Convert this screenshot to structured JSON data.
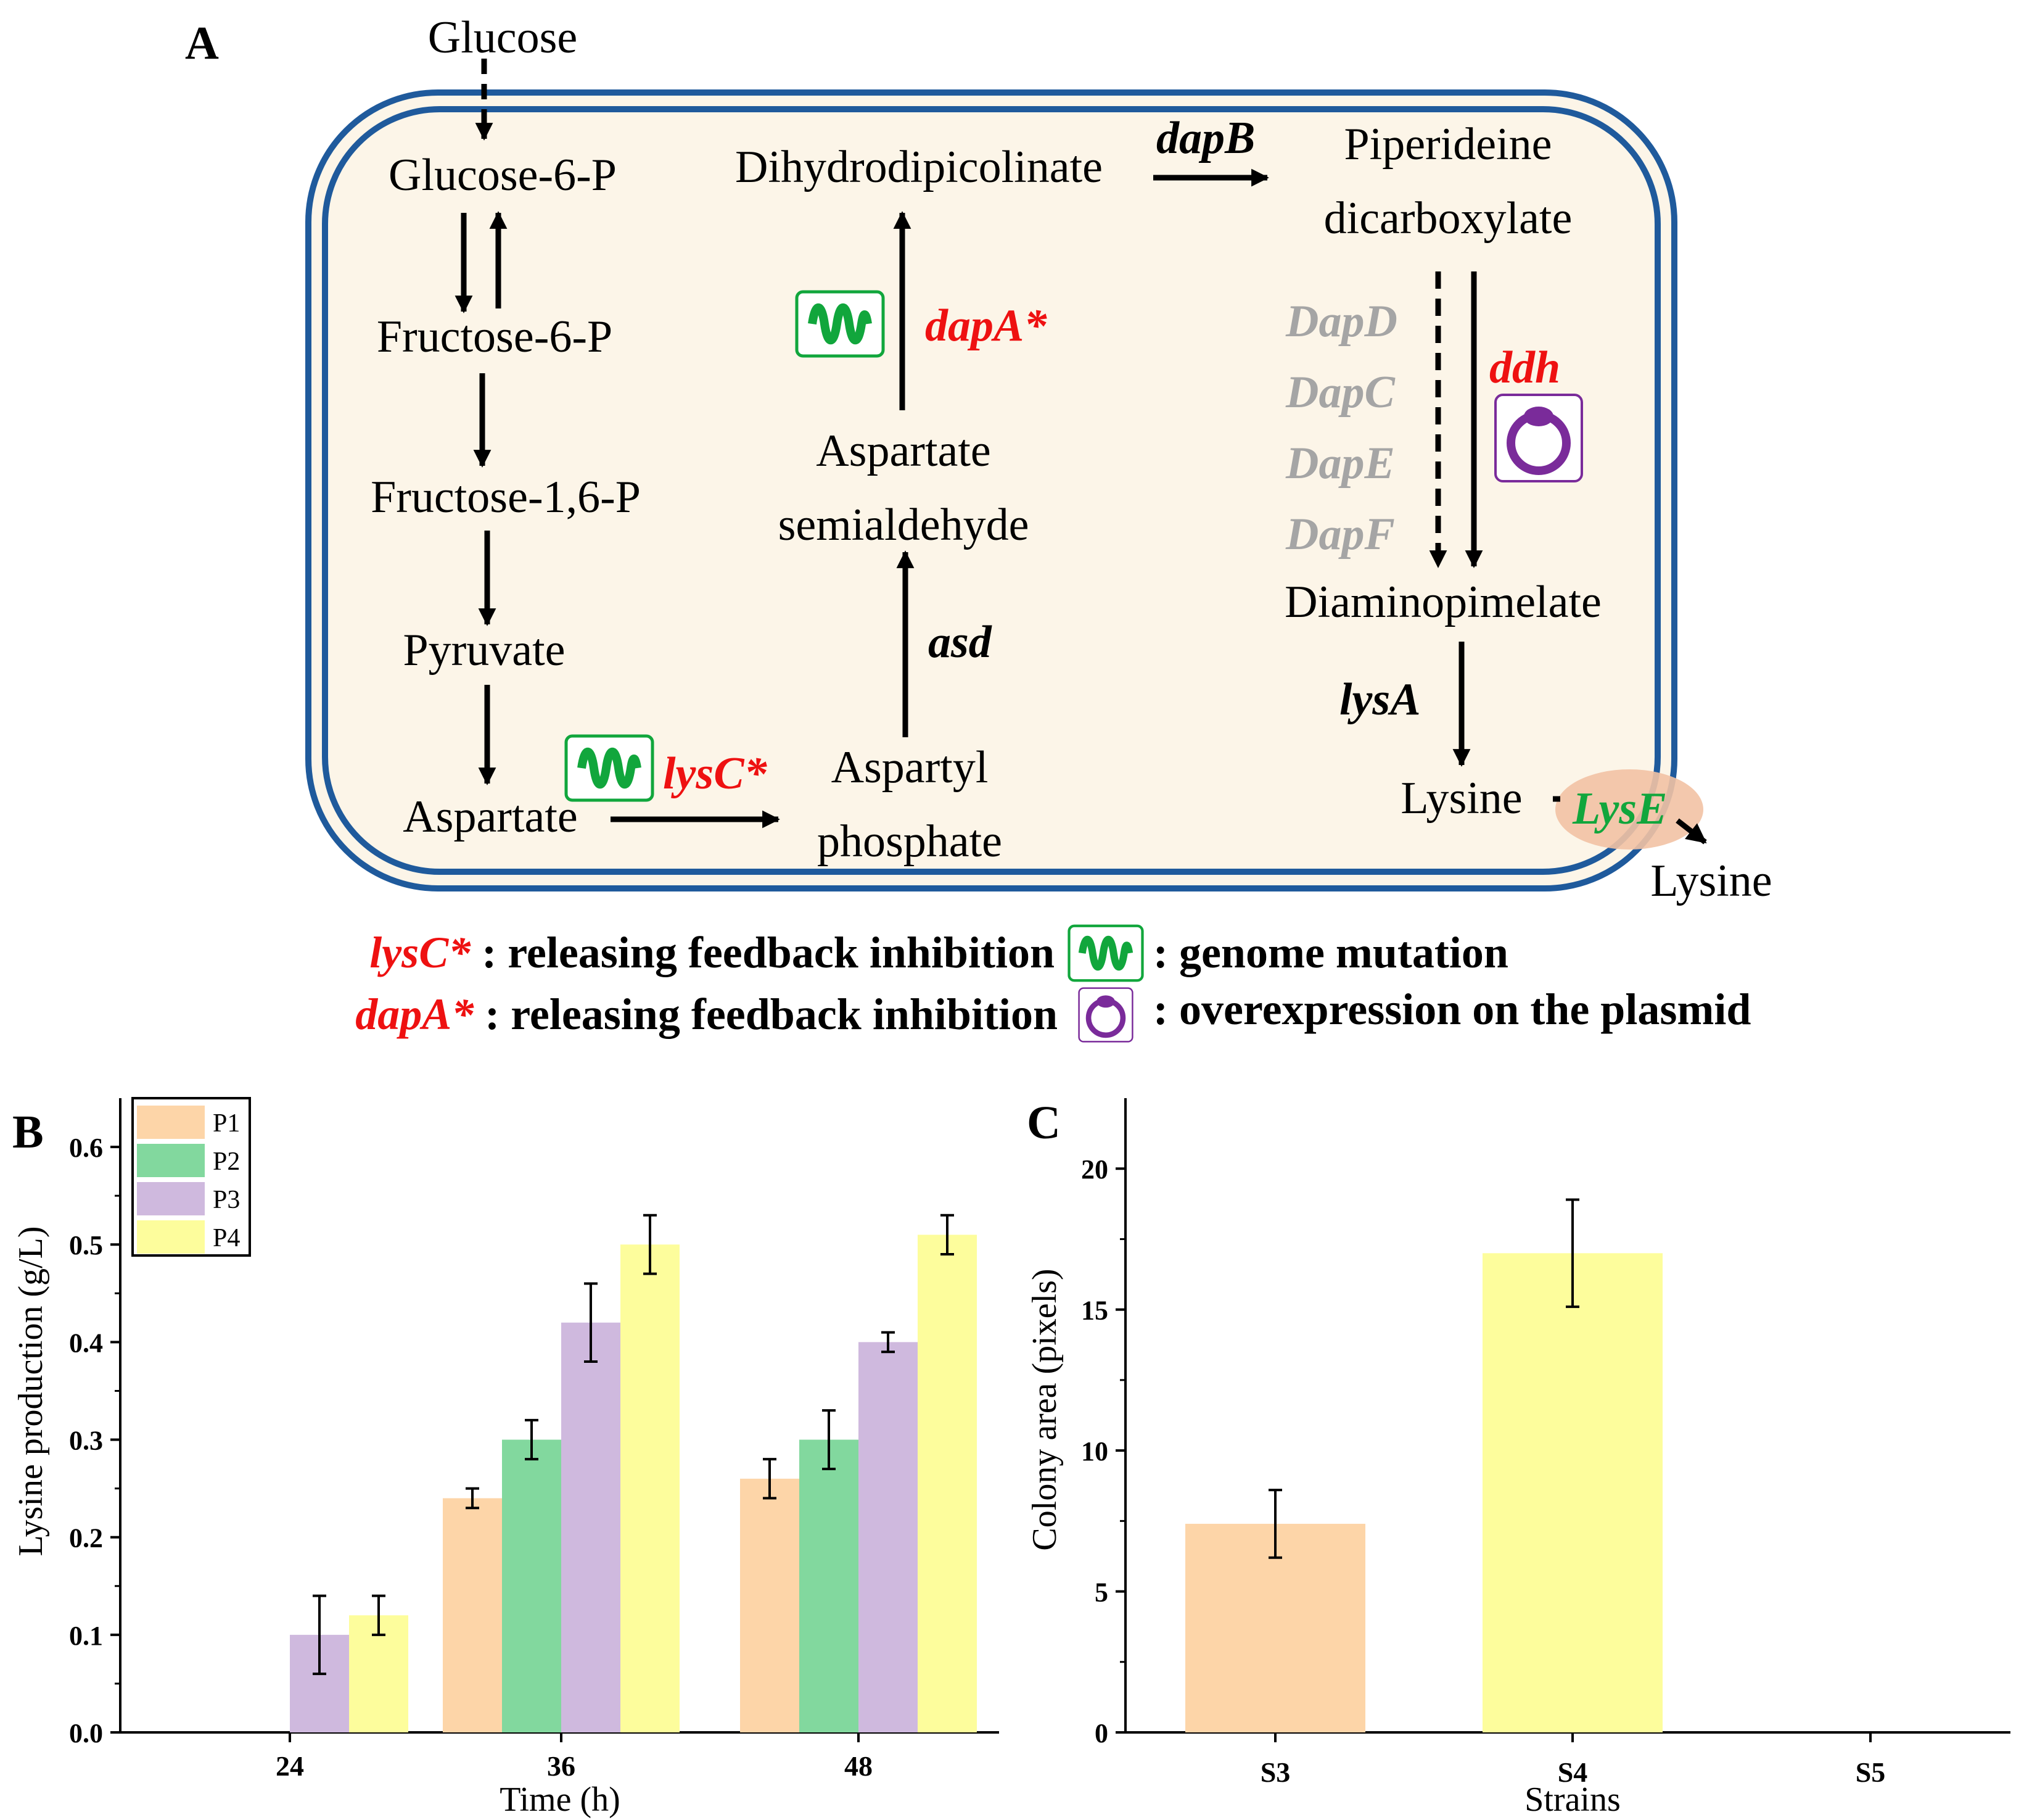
{
  "panel_a": {
    "label": "A",
    "metabolites": {
      "glucose": "Glucose",
      "g6p": "Glucose-6-P",
      "f6p": "Fructose-6-P",
      "f16p": "Fructose-1,6-P",
      "pyruvate": "Pyruvate",
      "aspartate": "Aspartate",
      "aspartyl_1": "Aspartyl",
      "aspartyl_2": "phosphate",
      "semi_1": "Aspartate",
      "semi_2": "semialdehyde",
      "dhdp": "Dihydrodipicolinate",
      "pip_1": "Piperideine",
      "pip_2": "dicarboxylate",
      "dap": "Diaminopimelate",
      "lysine_in": "Lysine",
      "lysine_out": "Lysine"
    },
    "genes": {
      "lysC": "lysC*",
      "asd": "asd",
      "dapA": "dapA*",
      "dapB": "dapB",
      "dapD": "DapD",
      "dapC": "DapC",
      "dapE": "DapE",
      "dapF": "DapF",
      "ddh": "ddh",
      "lysA": "lysA",
      "lysE": "LysE"
    },
    "legend": {
      "row1_gene": "lysC*",
      "row1_text": " : releasing feedback inhibition",
      "row1_icon_text": ": genome mutation",
      "row2_gene": "dapA*",
      "row2_text": " : releasing feedback inhibition",
      "row2_icon_text": ": overexpression on the plasmid"
    },
    "colors": {
      "cell_fill": "#fcf5e8",
      "membrane": "#1f5a9c",
      "mutation_green": "#11a63c",
      "plasmid_purple": "#7a2b9a",
      "red_gene": "#ee1111",
      "grey_gene": "#a5a5a5",
      "exporter": "#f2c2a4"
    }
  },
  "chart_data": [
    {
      "panel": "B",
      "type": "bar",
      "xlabel": "Time (h)",
      "ylabel": "Lysine production (g/L)",
      "categories": [
        "24",
        "36",
        "48"
      ],
      "ylim": [
        0,
        0.65
      ],
      "yticks": [
        "0.0",
        "0.1",
        "0.2",
        "0.3",
        "0.4",
        "0.5",
        "0.6"
      ],
      "legend_position": "top-left",
      "series": [
        {
          "name": "P1",
          "color": "#fdd5a8",
          "values": [
            0,
            0.24,
            0.26
          ],
          "errors": [
            0,
            0.01,
            0.02
          ]
        },
        {
          "name": "P2",
          "color": "#82d89e",
          "values": [
            0,
            0.3,
            0.3
          ],
          "errors": [
            0,
            0.02,
            0.03
          ]
        },
        {
          "name": "P3",
          "color": "#cfb9de",
          "values": [
            0.1,
            0.42,
            0.4
          ],
          "errors": [
            0.04,
            0.04,
            0.01
          ]
        },
        {
          "name": "P4",
          "color": "#fdfd9c",
          "values": [
            0.12,
            0.5,
            0.51
          ],
          "errors": [
            0.02,
            0.03,
            0.02
          ]
        }
      ]
    },
    {
      "panel": "C",
      "type": "bar",
      "xlabel": "Strains",
      "ylabel": "Colony area (pixels)",
      "categories": [
        "S3",
        "S4",
        "S5"
      ],
      "ylim": [
        0,
        22.5
      ],
      "yticks": [
        "0",
        "5",
        "10",
        "15",
        "20"
      ],
      "series": [
        {
          "values": [
            7.4,
            17.0,
            0
          ],
          "errors": [
            1.2,
            1.9,
            0
          ],
          "colors": [
            "#fdd5a8",
            "#fdfd9c",
            "#ffffff"
          ]
        }
      ]
    }
  ]
}
